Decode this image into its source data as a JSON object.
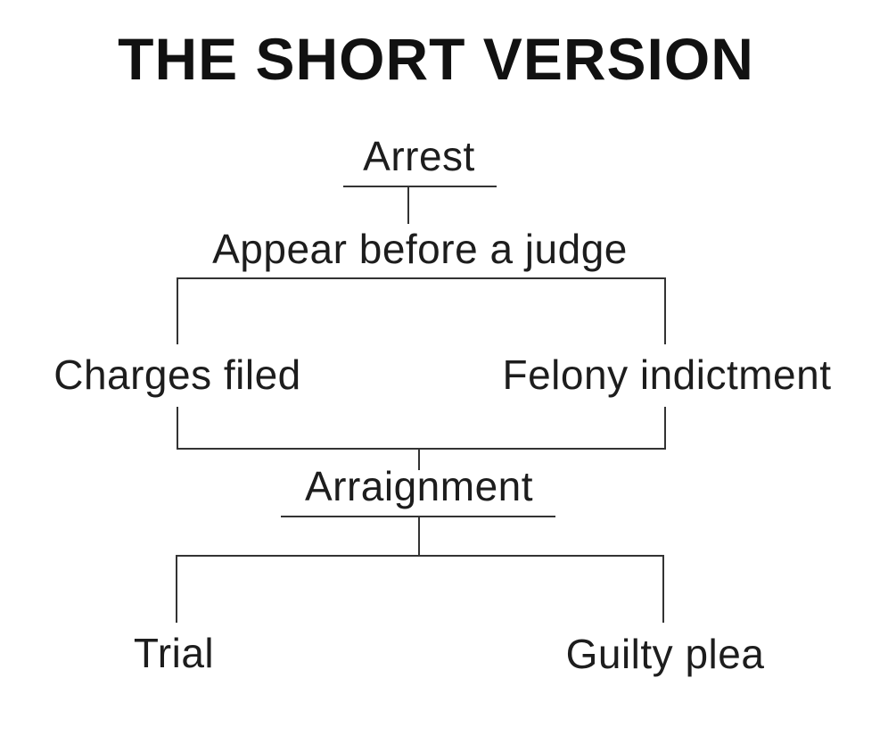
{
  "title": "THE SHORT VERSION",
  "flowchart": {
    "nodes": [
      {
        "id": "arrest",
        "label": "Arrest"
      },
      {
        "id": "appear",
        "label": "Appear before a judge"
      },
      {
        "id": "charges",
        "label": "Charges filed"
      },
      {
        "id": "felony",
        "label": "Felony indictment"
      },
      {
        "id": "arraignment",
        "label": "Arraignment"
      },
      {
        "id": "trial",
        "label": "Trial"
      },
      {
        "id": "guilty",
        "label": "Guilty plea"
      }
    ],
    "edges": [
      {
        "from": "arrest",
        "to": "appear"
      },
      {
        "from": "appear",
        "to": "charges"
      },
      {
        "from": "appear",
        "to": "felony"
      },
      {
        "from": "charges",
        "to": "arraignment"
      },
      {
        "from": "felony",
        "to": "arraignment"
      },
      {
        "from": "arraignment",
        "to": "trial"
      },
      {
        "from": "arraignment",
        "to": "guilty"
      }
    ]
  },
  "colors": {
    "background": "#ffffff",
    "title_text": "#111111",
    "node_text": "#1d1d1d",
    "connector_line": "#333333"
  }
}
